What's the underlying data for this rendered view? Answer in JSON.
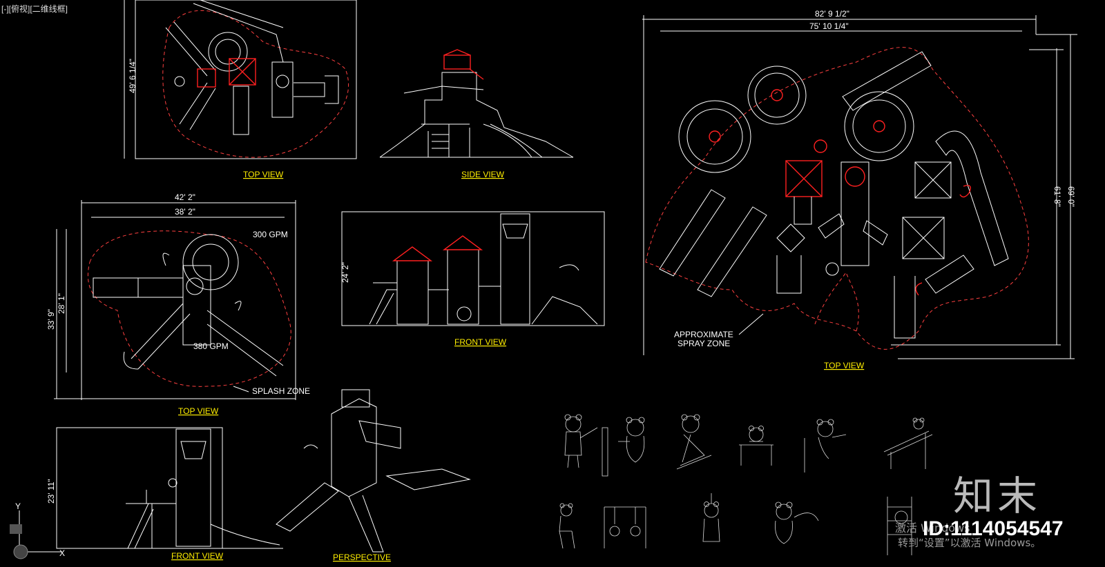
{
  "viewport": {
    "label": "[-][俯视][二维线框]"
  },
  "views": {
    "top_view_1": {
      "label": "TOP VIEW",
      "dim_vertical": "49' 6 1/4\""
    },
    "side_view": {
      "label": "SIDE VIEW"
    },
    "top_view_2": {
      "label": "TOP VIEW",
      "dim_outer_w": "42' 2\"",
      "dim_inner_w": "38' 2\"",
      "dim_outer_h": "33' 9\"",
      "dim_inner_h": "28' 1\"",
      "flow_a": "300 GPM",
      "flow_b": "380 GPM",
      "zone": "SPLASH ZONE"
    },
    "front_view_1": {
      "label": "FRONT VIEW",
      "dim_height": "24' 2\""
    },
    "front_view_2": {
      "label": "FRONT VIEW",
      "dim_height": "23' 11\""
    },
    "perspective": {
      "label": "PERSPECTIVE"
    },
    "top_view_3": {
      "label": "TOP VIEW",
      "dim_outer_w": "82' 9 1/2\"",
      "dim_inner_w": "75' 10 1/4\"",
      "dim_outer_h": "69' 0\"",
      "dim_inner_h": "61' 8\"",
      "zone_line1": "APPROXIMATE",
      "zone_line2": "SPRAY ZONE"
    }
  },
  "ucs": {
    "y": "Y",
    "x": "X"
  },
  "watermark": {
    "brand": "知末",
    "id": "ID:1114054547"
  },
  "activation": {
    "line1": "激活 Windows",
    "line2": "转到“设置”以激活 Windows。"
  }
}
